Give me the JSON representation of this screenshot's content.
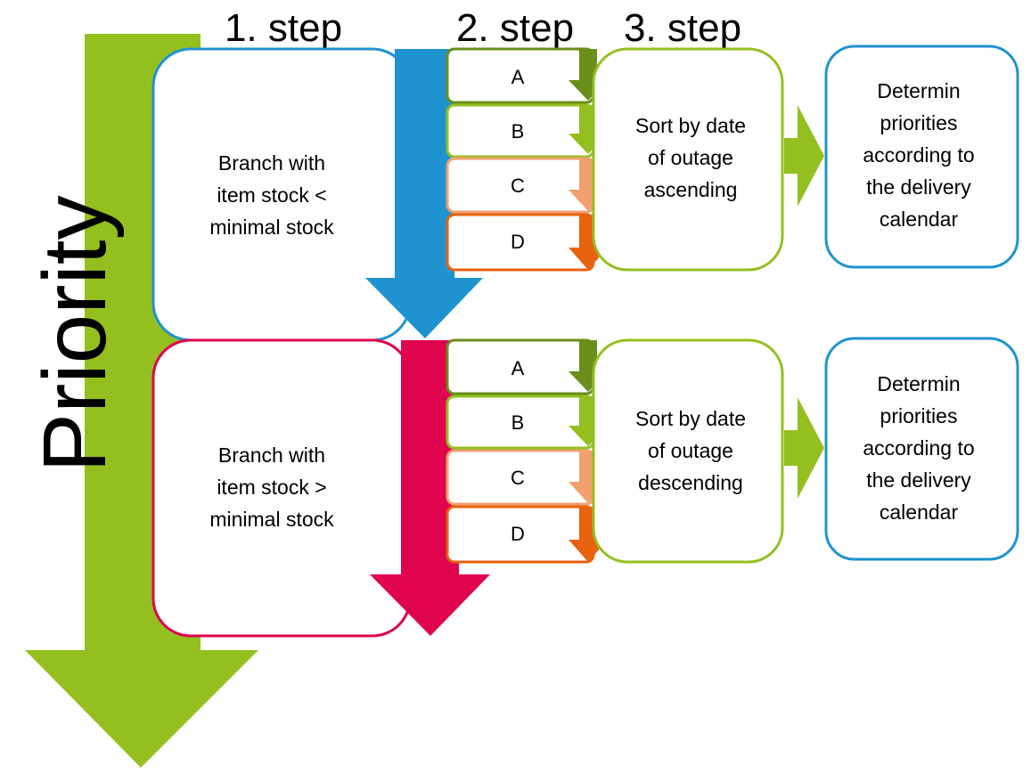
{
  "colors": {
    "green": "#93c01f",
    "blue": "#1f93d0",
    "crimson": "#e0034e",
    "darkgreen": "#6a8f1a",
    "lightgreen": "#93c01f",
    "salmon": "#f2a06e",
    "orange": "#e8620f"
  },
  "headings": {
    "step1": "1. step",
    "step2": "2. step",
    "step3": "3. step"
  },
  "priority_label": "Priority",
  "rows": [
    {
      "branch_lines": [
        "Branch with",
        "item stock <",
        "minimal stock"
      ],
      "categories": [
        "A",
        "B",
        "C",
        "D"
      ],
      "sort_lines": [
        "Sort by date",
        "of outage",
        "ascending"
      ],
      "result_lines": [
        "Determin",
        "priorities",
        "according to",
        "the delivery",
        "calendar"
      ]
    },
    {
      "branch_lines": [
        "Branch with",
        "item stock >",
        "minimal stock"
      ],
      "categories": [
        "A",
        "B",
        "C",
        "D"
      ],
      "sort_lines": [
        "Sort by date",
        "of outage",
        "descending"
      ],
      "result_lines": [
        "Determin",
        "priorities",
        "according to",
        "the delivery",
        "calendar"
      ]
    }
  ]
}
